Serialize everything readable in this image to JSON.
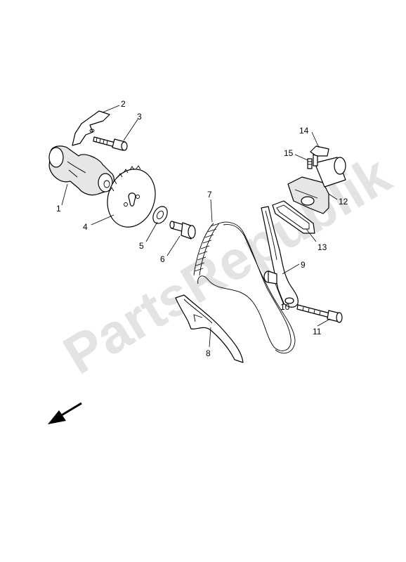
{
  "watermark": "PartsRepublik",
  "callouts": {
    "c1": "1",
    "c2": "2",
    "c3": "3",
    "c4": "4",
    "c5": "5",
    "c6": "6",
    "c7": "7",
    "c8": "8",
    "c9": "9",
    "c10": "10",
    "c11": "11",
    "c12": "12",
    "c13": "13",
    "c14": "14",
    "c15": "15"
  },
  "colors": {
    "line": "#000000",
    "watermark": "#d9d9d9",
    "background": "#ffffff"
  },
  "icons": {
    "front_arrow": "arrow-down-left-icon"
  }
}
